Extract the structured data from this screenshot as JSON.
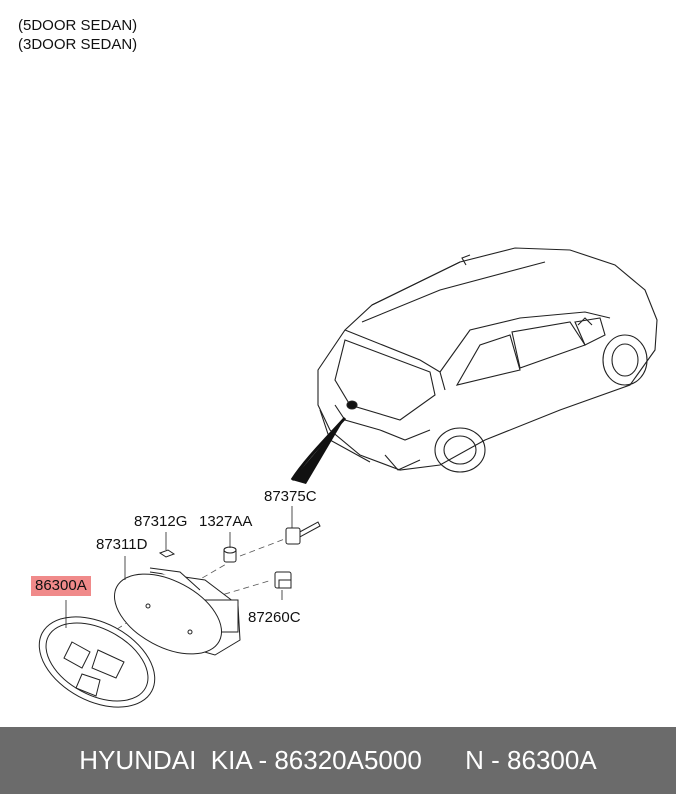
{
  "variants": [
    "(5DOOR SEDAN)",
    "(3DOOR SEDAN)"
  ],
  "parts": {
    "p1": "87375C",
    "p2": "87312G",
    "p3": "1327AA",
    "p4": "87311D",
    "p5": "86300A",
    "p6": "87260C"
  },
  "highlight_part": "86300A",
  "footer": {
    "brand": "HYUNDAI  KIA - 86320A5000",
    "oem": "N - 86300A"
  },
  "colors": {
    "highlight": "#f08a8a",
    "footer_bg": "#6b6b6b"
  }
}
